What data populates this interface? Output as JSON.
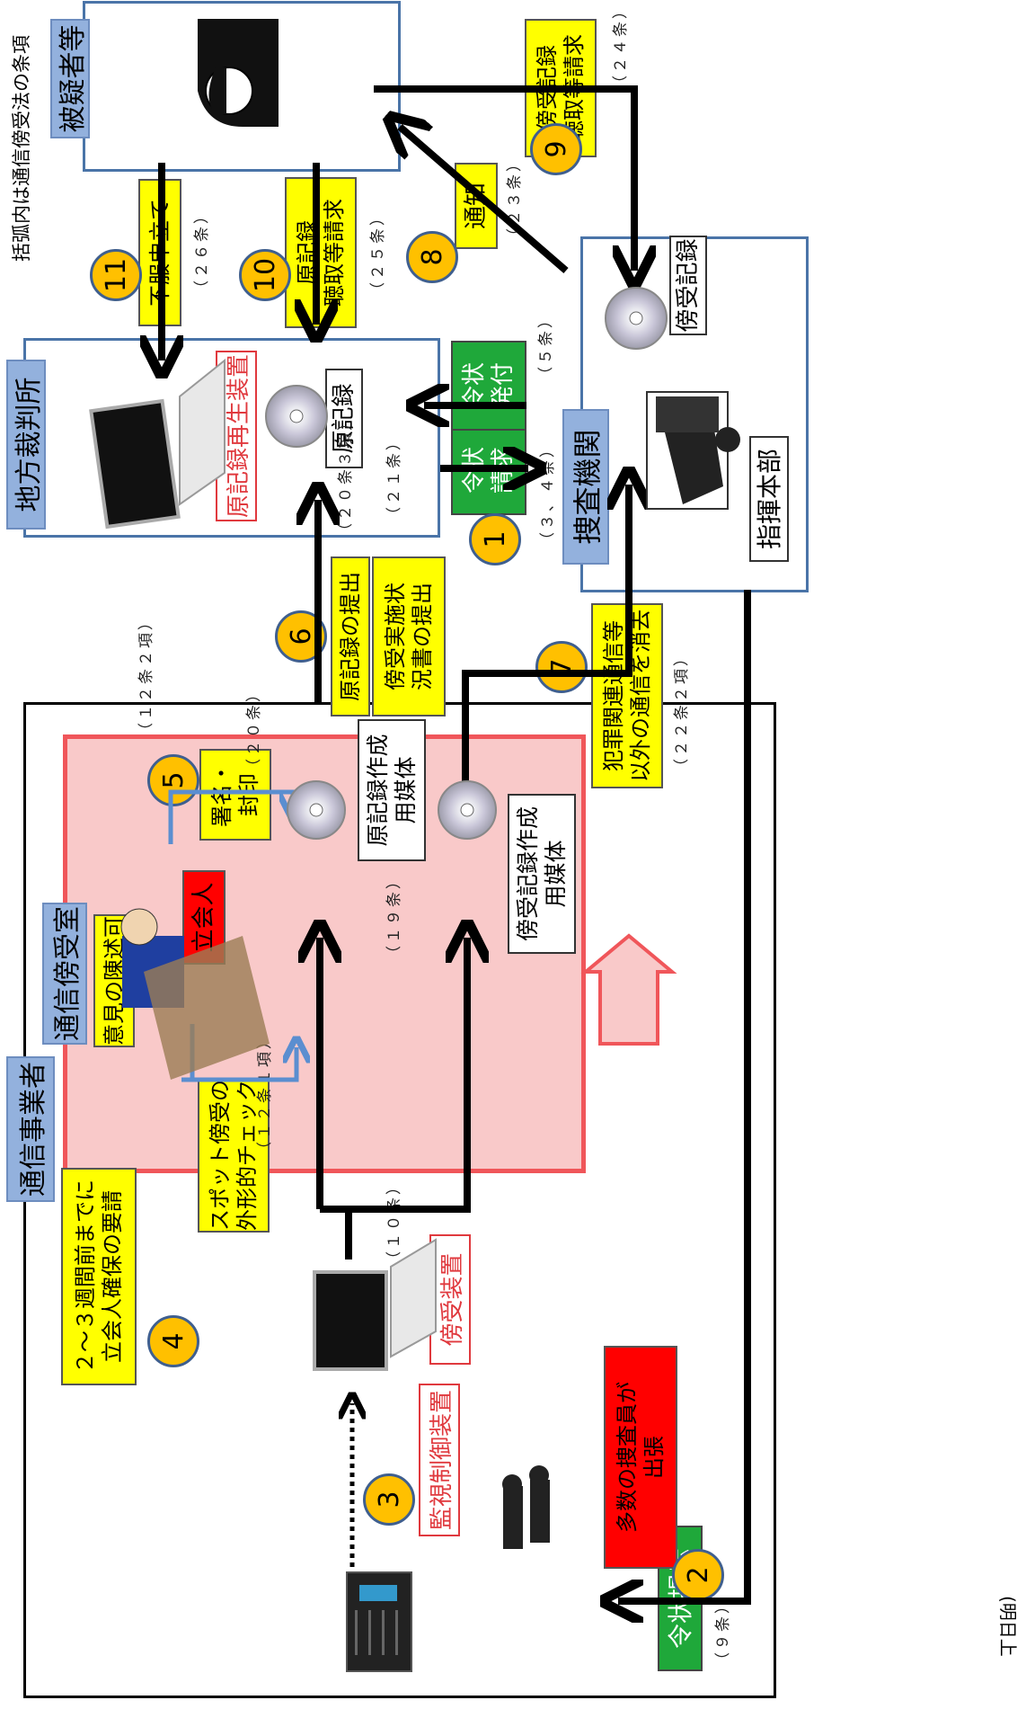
{
  "caption": "括弧内は通信傍受法の条項",
  "regions": {
    "suspect": "被疑者等",
    "court": "地方裁判所",
    "police": "捜査機関",
    "carrier": "通信事業者",
    "interception_room": "通信傍受室"
  },
  "devices": {
    "original_playback": "原記録再生装置",
    "original_record": "原記録",
    "intercept_record": "傍受記録",
    "command_hq": "指揮本部",
    "intercept_device": "傍受装置",
    "monitor_control": "監視制御装置",
    "original_media": "原記録作成\n用媒体",
    "intercept_media": "傍受記録作成\n用媒体",
    "witness": "立会人"
  },
  "steps": [
    {
      "num": "1",
      "label": "令状\n請求",
      "article": "（３、４条）"
    },
    {
      "num": "2",
      "label": "令状提示",
      "article": "（９条）"
    },
    {
      "num": "3",
      "label": "",
      "article": "（１０条）"
    },
    {
      "num": "4",
      "label": "スポット傍受の\n外形的チェック",
      "article": "（１２条１項）"
    },
    {
      "num": "5",
      "label": "署名・\n封印",
      "article": "（２０条）"
    },
    {
      "num": "6",
      "label": "原記録の提出",
      "article": "（２０条３項）"
    },
    {
      "num": "7",
      "label": "犯罪関連通信等\n以外の通信を消去",
      "article": "（２２条２項）"
    },
    {
      "num": "8",
      "label": "通知",
      "article": "（２３条）"
    },
    {
      "num": "9",
      "label": "傍受記録\n聴取等請求",
      "article": "（２４条）"
    },
    {
      "num": "10",
      "label": "原記録\n聴取等請求",
      "article": "（２５条）"
    },
    {
      "num": "11",
      "label": "不服申立て",
      "article": "（２６条）"
    }
  ],
  "others": {
    "warrant_issue": "令状\n発付",
    "warrant_issue_article": "（５条）",
    "report_submit": "傍受実施状\n況書の提出",
    "report_article": "（２１条）",
    "opinion": "意見の陳述可",
    "opinion_article": "（１２条２項）",
    "record_article": "（１９条）",
    "request_witness": "２～３週間前までに\n立会人確保の要請",
    "many_investigators": "多数の捜査員が\n出張",
    "footnote": "(明日上"
  },
  "colors": {
    "yellow": "#ffff00",
    "green": "#1fa83a",
    "red": "#ff0000",
    "blue_label": "#93b1dd",
    "pink": "#f9c9c9",
    "step_circle": "#ffc000"
  }
}
